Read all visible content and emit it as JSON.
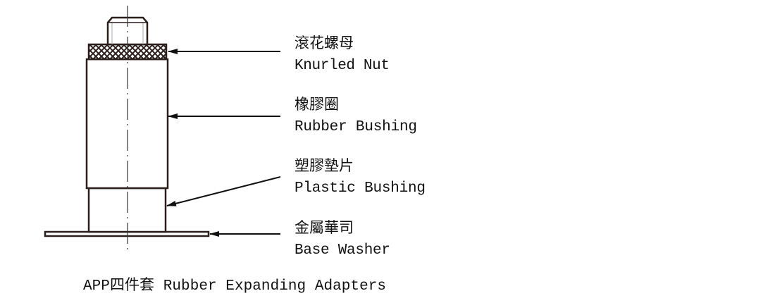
{
  "title": "APP四件套 Rubber Expanding Adapters",
  "labels": [
    {
      "zh": "滾花螺母",
      "en": "Knurled Nut"
    },
    {
      "zh": "橡膠圈",
      "en": "Rubber Bushing"
    },
    {
      "zh": "塑膠墊片",
      "en": "Plastic Bushing"
    },
    {
      "zh": "金屬華司",
      "en": "Base Washer"
    }
  ],
  "colors": {
    "line": "#2a1f1c",
    "text": "#111111"
  }
}
